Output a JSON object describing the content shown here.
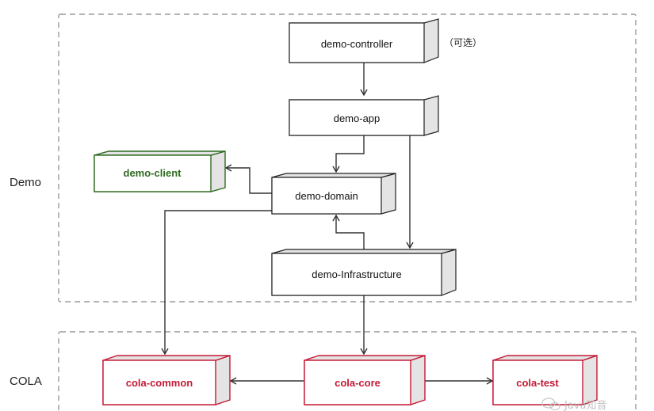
{
  "groups": {
    "demo": {
      "label": "Demo"
    },
    "cola": {
      "label": "COLA"
    }
  },
  "nodes": {
    "controller": {
      "label": "demo-controller",
      "note": "（可选）"
    },
    "app": {
      "label": "demo-app"
    },
    "client": {
      "label": "demo-client"
    },
    "domain": {
      "label": "demo-domain"
    },
    "infrastructure": {
      "label": "demo-Infrastructure"
    },
    "cola_common": {
      "label": "cola-common"
    },
    "cola_core": {
      "label": "cola-core"
    },
    "cola_test": {
      "label": "cola-test"
    }
  },
  "watermark": {
    "text": "Java知音"
  },
  "colors": {
    "default_border": "#222222",
    "default_side": "#e4e4e4",
    "client_border": "#2f6b22",
    "cola_border": "#c41a36",
    "group_border": "#9a9a9a"
  }
}
